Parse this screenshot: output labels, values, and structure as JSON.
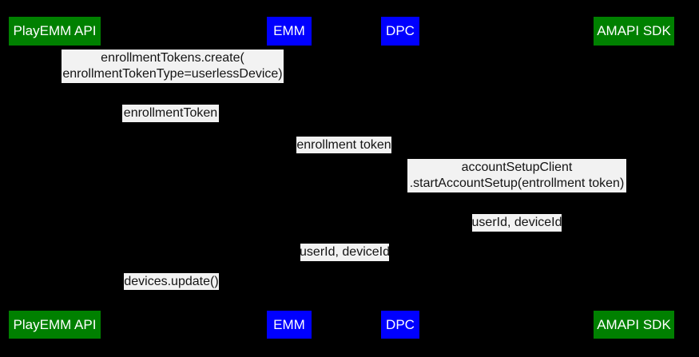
{
  "diagram_type": "sequence-diagram",
  "colors": {
    "background": "#000000",
    "actor_green": "#008000",
    "actor_blue": "#0000ff",
    "actor_text": "#ffffff",
    "label_bg": "#f2f2f2",
    "label_text": "#141414"
  },
  "actors": [
    {
      "label": "PlayEMM API",
      "color": "#008000"
    },
    {
      "label": "EMM",
      "color": "#0000ff"
    },
    {
      "label": "DPC",
      "color": "#0000ff"
    },
    {
      "label": "AMAPI SDK",
      "color": "#008000"
    }
  ],
  "messages": [
    {
      "from": "EMM",
      "to": "PlayEMM API",
      "lines": [
        "enrollmentTokens.create(",
        "enrollmentTokenType=userlessDevice)"
      ]
    },
    {
      "from": "PlayEMM API",
      "to": "EMM",
      "lines": [
        "enrollmentToken"
      ]
    },
    {
      "from": "EMM",
      "to": "DPC",
      "lines": [
        "enrollment token"
      ]
    },
    {
      "from": "DPC",
      "to": "AMAPI SDK",
      "lines": [
        "accountSetupClient",
        ".startAccountSetup(entrollment token)"
      ]
    },
    {
      "from": "AMAPI SDK",
      "to": "DPC",
      "lines": [
        "userId, deviceId"
      ]
    },
    {
      "from": "DPC",
      "to": "EMM",
      "lines": [
        "userId, deviceId"
      ]
    },
    {
      "from": "EMM",
      "to": "PlayEMM API",
      "lines": [
        "devices.update()"
      ]
    }
  ]
}
